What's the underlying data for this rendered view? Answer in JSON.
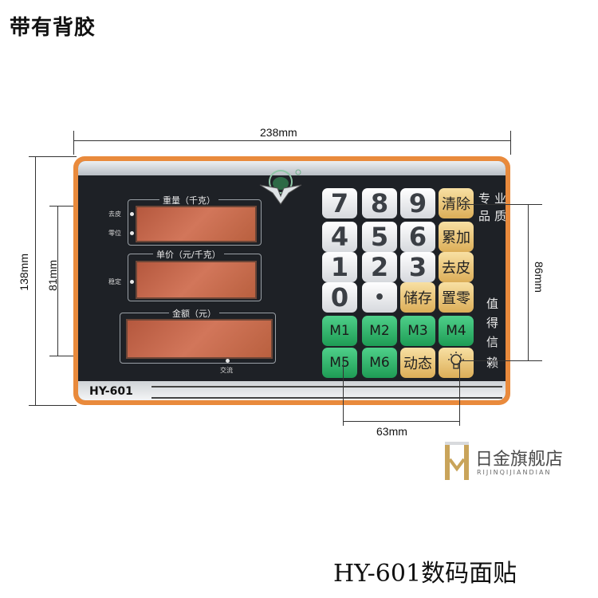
{
  "header": {
    "title": "带有背胶"
  },
  "dimensions": {
    "width_total": "238mm",
    "height_total": "138mm",
    "height_display": "81mm",
    "height_keypad": "86mm",
    "width_keypad": "63mm"
  },
  "panel": {
    "model": "HY-601",
    "displays": [
      {
        "title": "重量（千克）",
        "indicators": [
          "去皮",
          "零位"
        ]
      },
      {
        "title": "单价（元/千克）",
        "indicators": [
          "稳定"
        ]
      },
      {
        "title": "金额（元）",
        "indicators": [
          "交流"
        ]
      }
    ],
    "keys": [
      [
        "7",
        "8",
        "9",
        "清除"
      ],
      [
        "4",
        "5",
        "6",
        "累加"
      ],
      [
        "1",
        "2",
        "3",
        "去皮"
      ],
      [
        "0",
        "•",
        "储存",
        "置零"
      ],
      [
        "M1",
        "M2",
        "M3",
        "M4"
      ],
      [
        "M5",
        "M6",
        "动态",
        ""
      ]
    ],
    "side_text": [
      "专",
      "业",
      "品",
      "质",
      "值",
      "得",
      "信",
      "赖"
    ]
  },
  "brand": {
    "name": "日金旗舰店",
    "sub": "RIJINQIJIANDIAN"
  },
  "footer": {
    "title": "HY-601数码面贴"
  },
  "colors": {
    "panel_border": "#e98a3c",
    "panel_bg": "#1e2126",
    "display": "#c96a4c",
    "key_function": "#e6be6a",
    "key_memory": "#2fb56b"
  }
}
